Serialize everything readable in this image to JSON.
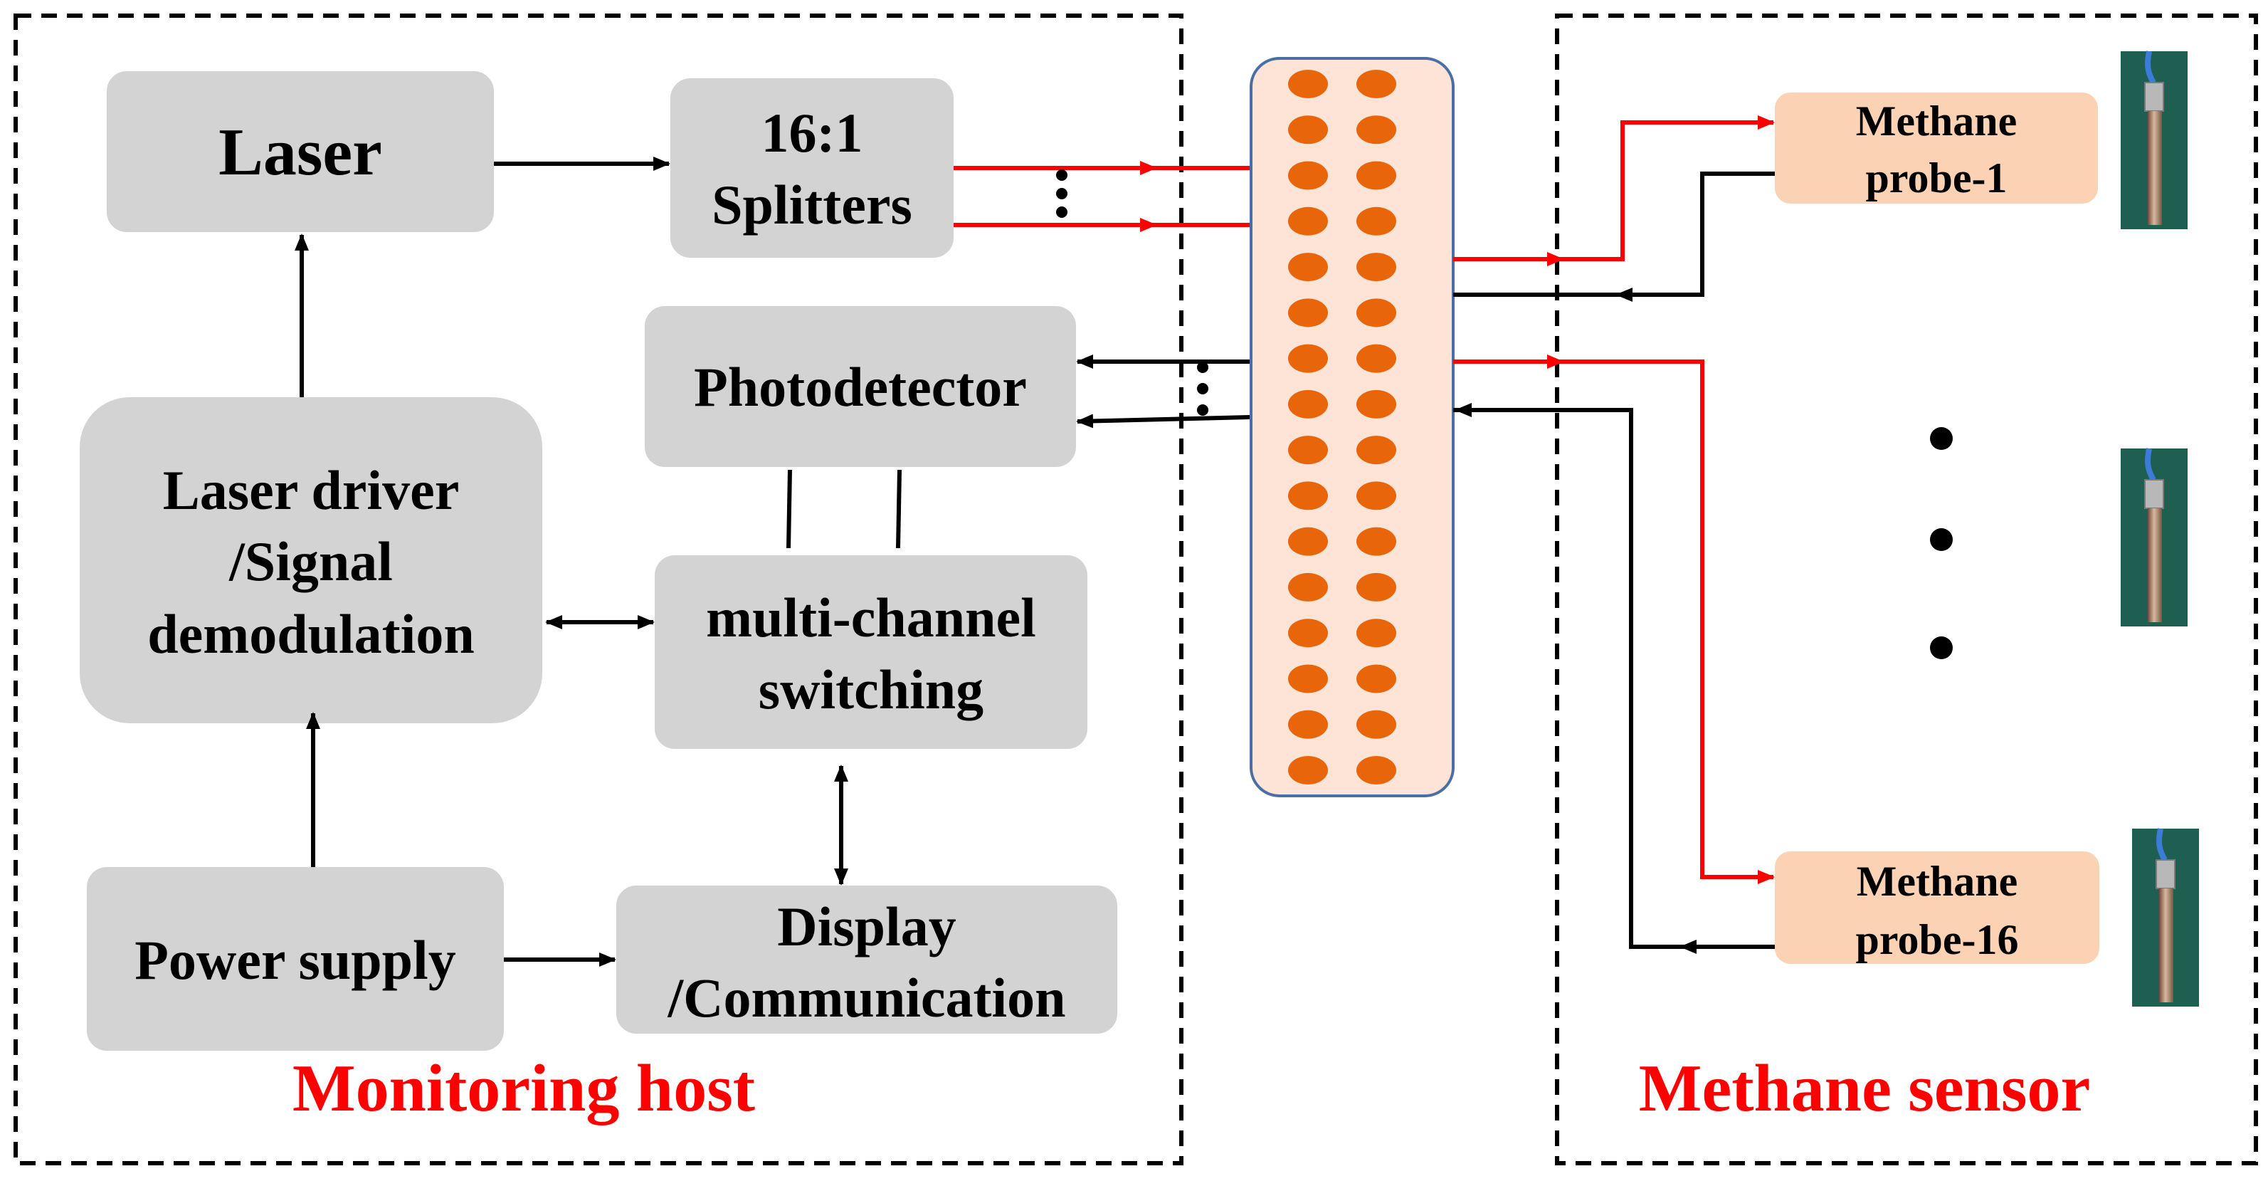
{
  "groups": {
    "host": {
      "label": "Monitoring host",
      "color": "#ff0000"
    },
    "sensor": {
      "label": "Methane sensor",
      "color": "#ff0000"
    }
  },
  "blocks": {
    "laser": {
      "lines": [
        "Laser"
      ]
    },
    "splitters": {
      "lines": [
        "16:1",
        "Splitters"
      ]
    },
    "photodetector": {
      "lines": [
        "Photodetector"
      ]
    },
    "driver": {
      "lines": [
        "Laser driver",
        "/Signal",
        "demodulation"
      ]
    },
    "switching": {
      "lines": [
        "multi-channel",
        "switching"
      ]
    },
    "power": {
      "lines": [
        "Power supply"
      ]
    },
    "display": {
      "lines": [
        "Display",
        "/Communication"
      ]
    },
    "probe1": {
      "lines": [
        "Methane",
        "probe-1"
      ]
    },
    "probe16": {
      "lines": [
        "Methane",
        "probe-16"
      ]
    }
  },
  "connector": {
    "rows_per_column": 16,
    "columns": 2
  },
  "colors": {
    "block_fill": "#d3d3d3",
    "probe_fill": "#fbd2b4",
    "connector_fill": "#fde4d6",
    "connector_border": "#4a6fa5",
    "hole_fill": "#e8650a",
    "fiber_out": "#ff0000",
    "fiber_in": "#000000"
  }
}
